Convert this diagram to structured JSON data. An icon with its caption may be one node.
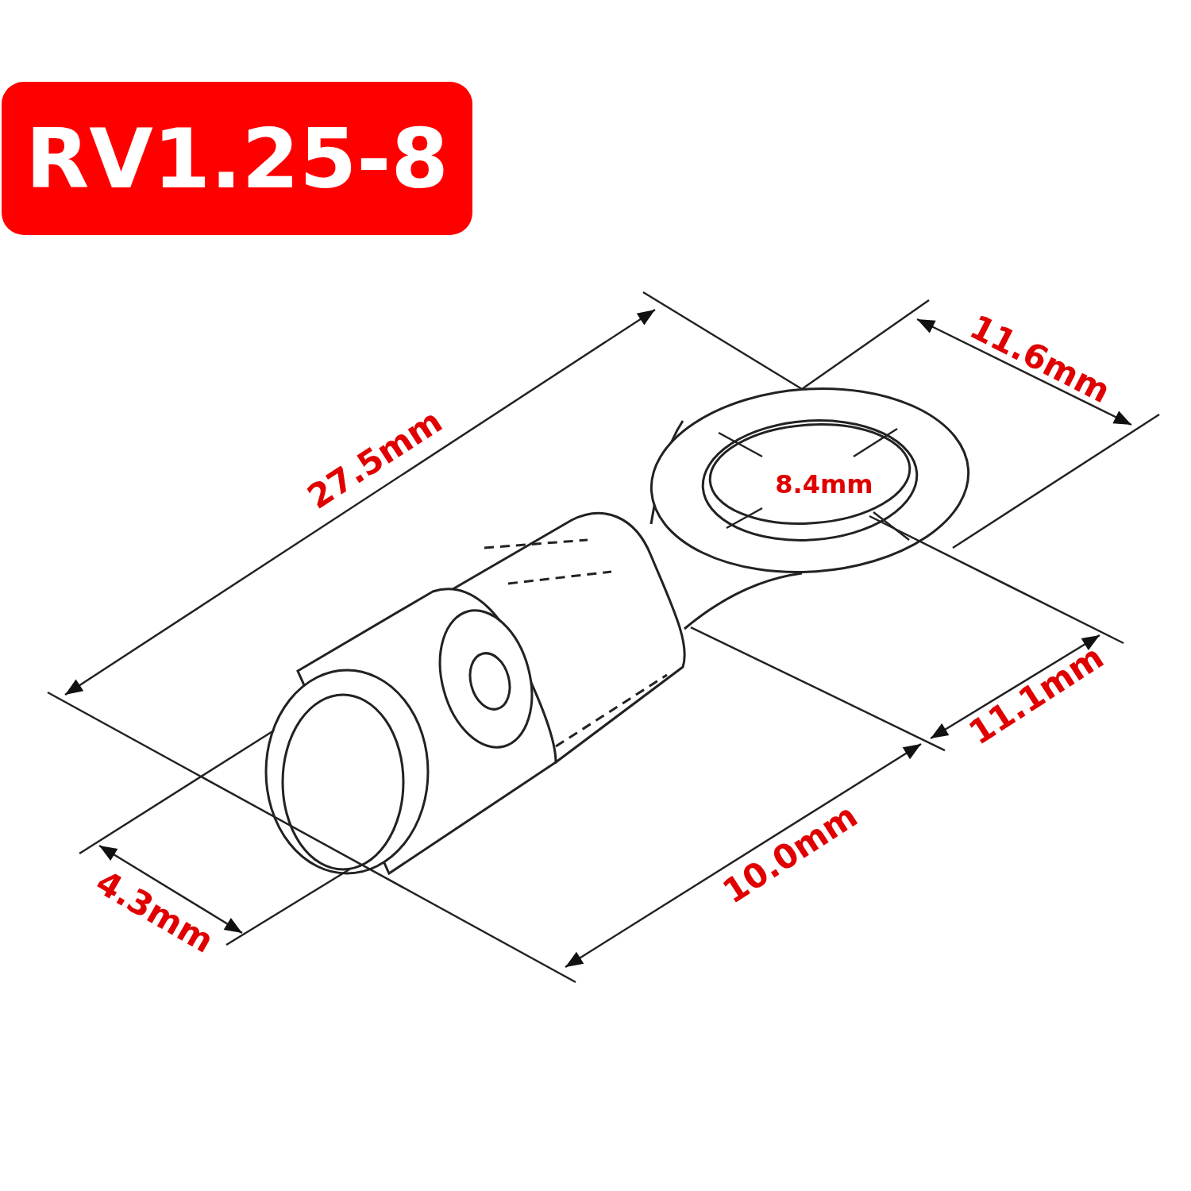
{
  "diagram": {
    "title": "RV1.25-8",
    "labels": [
      "27.5mm",
      "11.6mm",
      "8.4mm",
      "11.1mm",
      "10.0mm",
      "4.3mm"
    ]
  }
}
